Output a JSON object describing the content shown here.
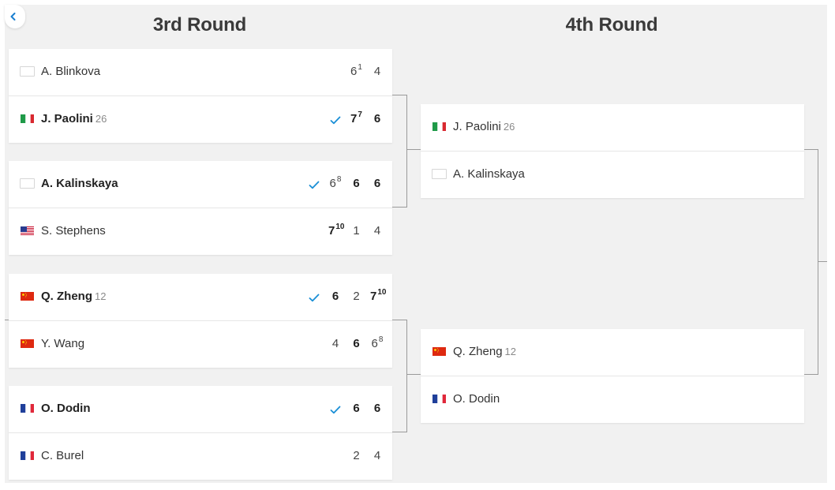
{
  "round_titles": [
    "3rd Round",
    "4th Round"
  ],
  "third_round": [
    {
      "players": [
        {
          "name": "A. Blinkova",
          "seed": "",
          "flag": "none",
          "winner": false,
          "scores": [
            {
              "value": "6",
              "tiebreak": "1",
              "won": false
            },
            {
              "value": "4",
              "won": false
            }
          ]
        },
        {
          "name": "J. Paolini",
          "seed": "26",
          "flag": "italy",
          "winner": true,
          "scores": [
            {
              "value": "7",
              "tiebreak": "7",
              "won": true
            },
            {
              "value": "6",
              "won": true
            }
          ]
        }
      ]
    },
    {
      "players": [
        {
          "name": "A. Kalinskaya",
          "seed": "",
          "flag": "none",
          "winner": true,
          "scores": [
            {
              "value": "6",
              "tiebreak": "8",
              "won": false
            },
            {
              "value": "6",
              "won": true
            },
            {
              "value": "6",
              "won": true
            }
          ]
        },
        {
          "name": "S. Stephens",
          "seed": "",
          "flag": "usa",
          "winner": false,
          "scores": [
            {
              "value": "7",
              "tiebreak": "10",
              "won": true
            },
            {
              "value": "1",
              "won": false
            },
            {
              "value": "4",
              "won": false
            }
          ]
        }
      ]
    },
    {
      "players": [
        {
          "name": "Q. Zheng",
          "seed": "12",
          "flag": "china",
          "winner": true,
          "scores": [
            {
              "value": "6",
              "won": true
            },
            {
              "value": "2",
              "won": false
            },
            {
              "value": "7",
              "tiebreak": "10",
              "won": true
            }
          ]
        },
        {
          "name": "Y. Wang",
          "seed": "",
          "flag": "china",
          "winner": false,
          "scores": [
            {
              "value": "4",
              "won": false
            },
            {
              "value": "6",
              "won": true
            },
            {
              "value": "6",
              "tiebreak": "8",
              "won": false
            }
          ]
        }
      ]
    },
    {
      "players": [
        {
          "name": "O. Dodin",
          "seed": "",
          "flag": "france",
          "winner": true,
          "scores": [
            {
              "value": "6",
              "won": true
            },
            {
              "value": "6",
              "won": true
            }
          ]
        },
        {
          "name": "C. Burel",
          "seed": "",
          "flag": "france",
          "winner": false,
          "scores": [
            {
              "value": "2",
              "won": false
            },
            {
              "value": "4",
              "won": false
            }
          ]
        }
      ]
    }
  ],
  "fourth_round": [
    {
      "players": [
        {
          "name": "J. Paolini",
          "seed": "26",
          "flag": "italy"
        },
        {
          "name": "A. Kalinskaya",
          "seed": "",
          "flag": "none"
        }
      ]
    },
    {
      "players": [
        {
          "name": "Q. Zheng",
          "seed": "12",
          "flag": "china"
        },
        {
          "name": "O. Dodin",
          "seed": "",
          "flag": "france"
        }
      ]
    }
  ],
  "colors": {
    "check": "#1a8fd6",
    "connector": "#9a9a9a",
    "background": "#f1f1f1"
  },
  "icons": {
    "back": "chevron-left-icon",
    "winner": "checkmark-icon"
  }
}
